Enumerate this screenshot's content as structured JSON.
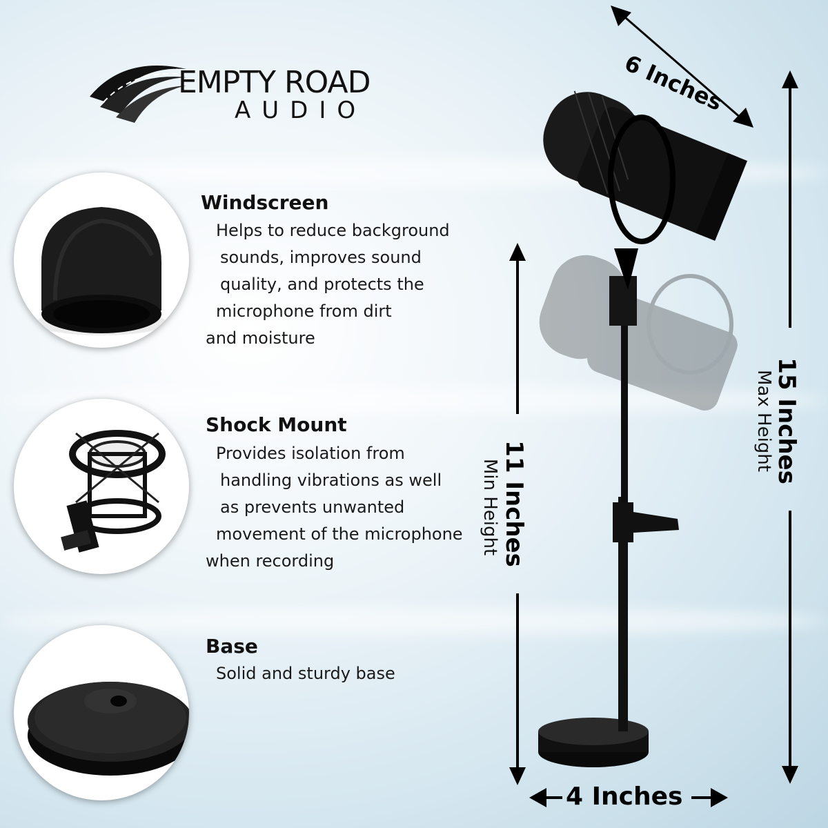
{
  "logo": {
    "main": "EMPTY ROAD",
    "sub": "AUDIO"
  },
  "features": [
    {
      "title": "Windscreen",
      "lines": [
        "Helps to reduce background",
        "sounds, improves sound",
        "quality, and protects the",
        "microphone from dirt",
        "and moisture"
      ]
    },
    {
      "title": "Shock Mount",
      "lines": [
        "Provides isolation from",
        "handling vibrations as well",
        "as prevents unwanted",
        "movement of the microphone",
        "when recording"
      ]
    },
    {
      "title": "Base",
      "lines": [
        "Solid and sturdy base"
      ]
    }
  ],
  "dimensions": {
    "width_top": "6 Inches",
    "min_height": {
      "value": "11 Inches",
      "label": "Min Height"
    },
    "max_height": {
      "value": "15 Inches",
      "label": "Max Height"
    },
    "base_width": "4 Inches"
  }
}
